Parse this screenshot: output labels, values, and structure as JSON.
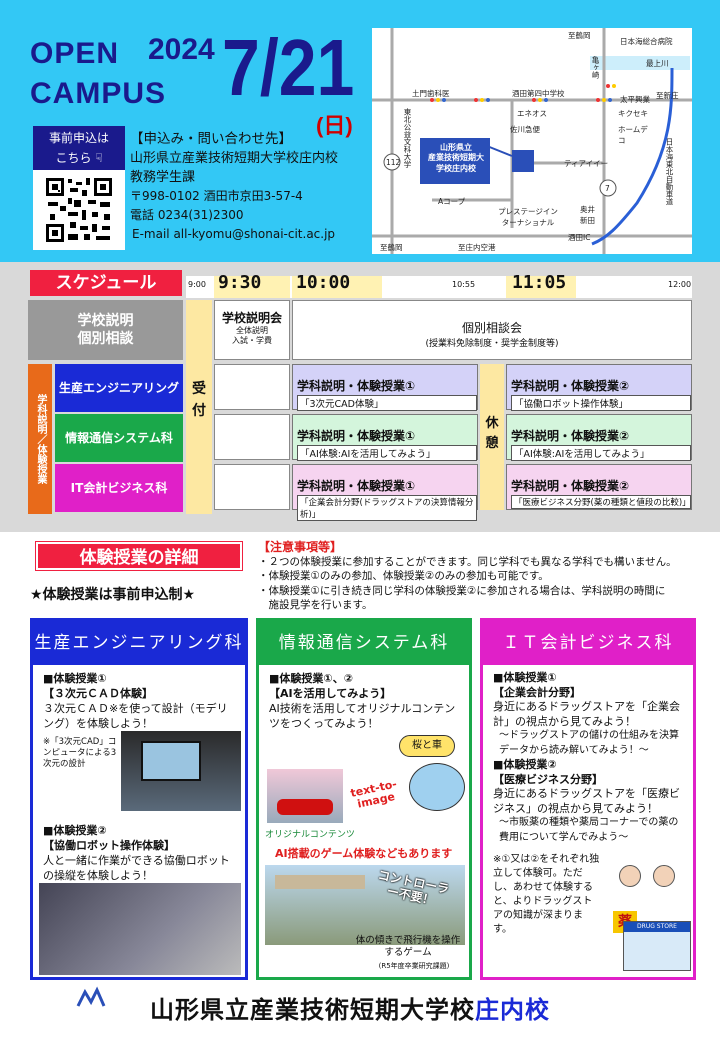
{
  "header": {
    "open": "OPEN",
    "campus": "CAMPUS",
    "year": "2024",
    "date": "7/21",
    "dow": "(日)",
    "preapp_1": "事前申込は",
    "preapp_2": "こちら ☟",
    "contact": [
      "【申込み・問い合わせ先】",
      "山形県立産業技術短期大学校庄内校",
      "教務学生課",
      "〒998-0102 酒田市京田3-57-4",
      "電話 0234(31)2300",
      "E-mail all-kyomu@shonai-cit.ac.jp"
    ]
  },
  "map": {
    "labels": [
      "至鶴岡",
      "日本海総合病院",
      "最上川",
      "亀ヶ崎",
      "土門歯科医",
      "東北公益文科大学",
      "酒田第四中学校",
      "エネオス",
      "佐川急便",
      "太平興業",
      "キクセキ",
      "ホームデコ",
      "産業技術短期大学校庄内校",
      "ティアイイー",
      "Aコープ",
      "プレステージインターナショナル",
      "奥井新田",
      "酒田IC",
      "至庄内空港",
      "至鶴岡",
      "日本海東北自動車道",
      "112",
      "7",
      "至新庄",
      "山形県立"
    ]
  },
  "schedule": {
    "title": "スケジュール",
    "t900": "9:00",
    "t930": "9:30",
    "t1000": "10:00",
    "t1055": "10:55",
    "t1105": "11:05",
    "t1200": "12:00",
    "row_general": "学校説明\n個別相談",
    "reception": "受\n付",
    "side": "学科説明／体験授業",
    "school_brief": "学校説明会",
    "school_brief_sub": "全体説明\n入試・学費",
    "consult": "個別相談会",
    "consult_sub": "(授業料免除制度・奨学金制度等)",
    "break": "休\n憩",
    "depts": [
      {
        "name": "生産エンジニアリング科",
        "s1": "学科説明・体験授業①",
        "s1sub": "「3次元CAD体験」",
        "s2": "学科説明・体験授業②",
        "s2sub": "「協働ロボット操作体験」"
      },
      {
        "name": "情報通信システム科",
        "s1": "学科説明・体験授業①",
        "s1sub": "「AI体験:AIを活用してみよう」",
        "s2": "学科説明・体験授業②",
        "s2sub": "「AI体験:AIを活用してみよう」"
      },
      {
        "name": "IT会計ビジネス科",
        "s1": "学科説明・体験授業①",
        "s1sub": "「企業会計分野(ドラッグストアの決算情報分析)」",
        "s2": "学科説明・体験授業②",
        "s2sub": "「医療ビジネス分野(薬の種類と値段の比較)」"
      }
    ]
  },
  "details": {
    "pill": "体験授業の詳細",
    "prereg": "★体験授業は事前申込制★",
    "note_title": "【注意事項等】",
    "notes": [
      "・２つの体験授業に参加することができます。同じ学科でも異なる学科でも構いません。",
      "・体験授業①のみの参加、体験授業②のみの参加も可能です。",
      "・体験授業①に引き続き同じ学科の体験授業②に参加される場合は、学科説明の時間に",
      "　施設見学を行います。"
    ],
    "c1": {
      "head": "生産エンジニアリング科",
      "l1": "■体験授業①",
      "l2": "【３次元ＣＡＤ体験】",
      "l3": "３次元ＣＡＤ※を使って設計（モデリング）を体験しよう！",
      "l4": "※「3次元CAD」コンピュータによる3次元の設計",
      "l5": "■体験授業②",
      "l6": "【協働ロボット操作体験】",
      "l7": "人と一緒に作業ができる協働ロボットの操縦を体験しよう！"
    },
    "c2": {
      "head": "情報通信システム科",
      "l1": "■体験授業①、②",
      "l2": "【AIを活用してみよう】",
      "l3": "AI技術を活用してオリジナルコンテンツをつくってみよう！",
      "bubble": "桜と車",
      "tti": "text-to-image",
      "orig": "オリジナルコンテンツ",
      "game": "AI搭載のゲーム体験などもあります",
      "ctrl": "コントローラー不要！",
      "cap": "体の傾きで飛行機を操作するゲーム",
      "capsub": "(R5年度卒業研究課題)"
    },
    "c3": {
      "head": "ＩＴ会計ビジネス科",
      "l1": "■体験授業①",
      "l2": "【企業会計分野】",
      "l3": "身近にあるドラッグストアを「企業会計」の視点から見てみよう！",
      "l4": "～ドラッグストアの儲けの仕組みを決算データから読み解いてみよう！～",
      "l5": "■体験授業②",
      "l6": "【医療ビジネス分野】",
      "l7": "身近にあるドラッグストアを「医療ビジネス」の視点から見てみよう！",
      "l8": "～市販薬の種類や薬局コーナーでの薬の費用について学んでみよう～",
      "l9": "※①又は②をそれぞれ独立して体験可。ただし、あわせて体験すると、よりドラッグストアの知識が深まります。",
      "sign": "薬",
      "store": "DRUG STORE"
    },
    "footer_1": "山形県立産業技術短期大学校",
    "footer_2": "庄内校"
  },
  "colors": {
    "sky": "#33c8f5",
    "navy": "#1a1a8c",
    "red": "#f02040",
    "blue": "#1a2ad6",
    "green": "#1aa84a",
    "magenta": "#e020c8"
  }
}
